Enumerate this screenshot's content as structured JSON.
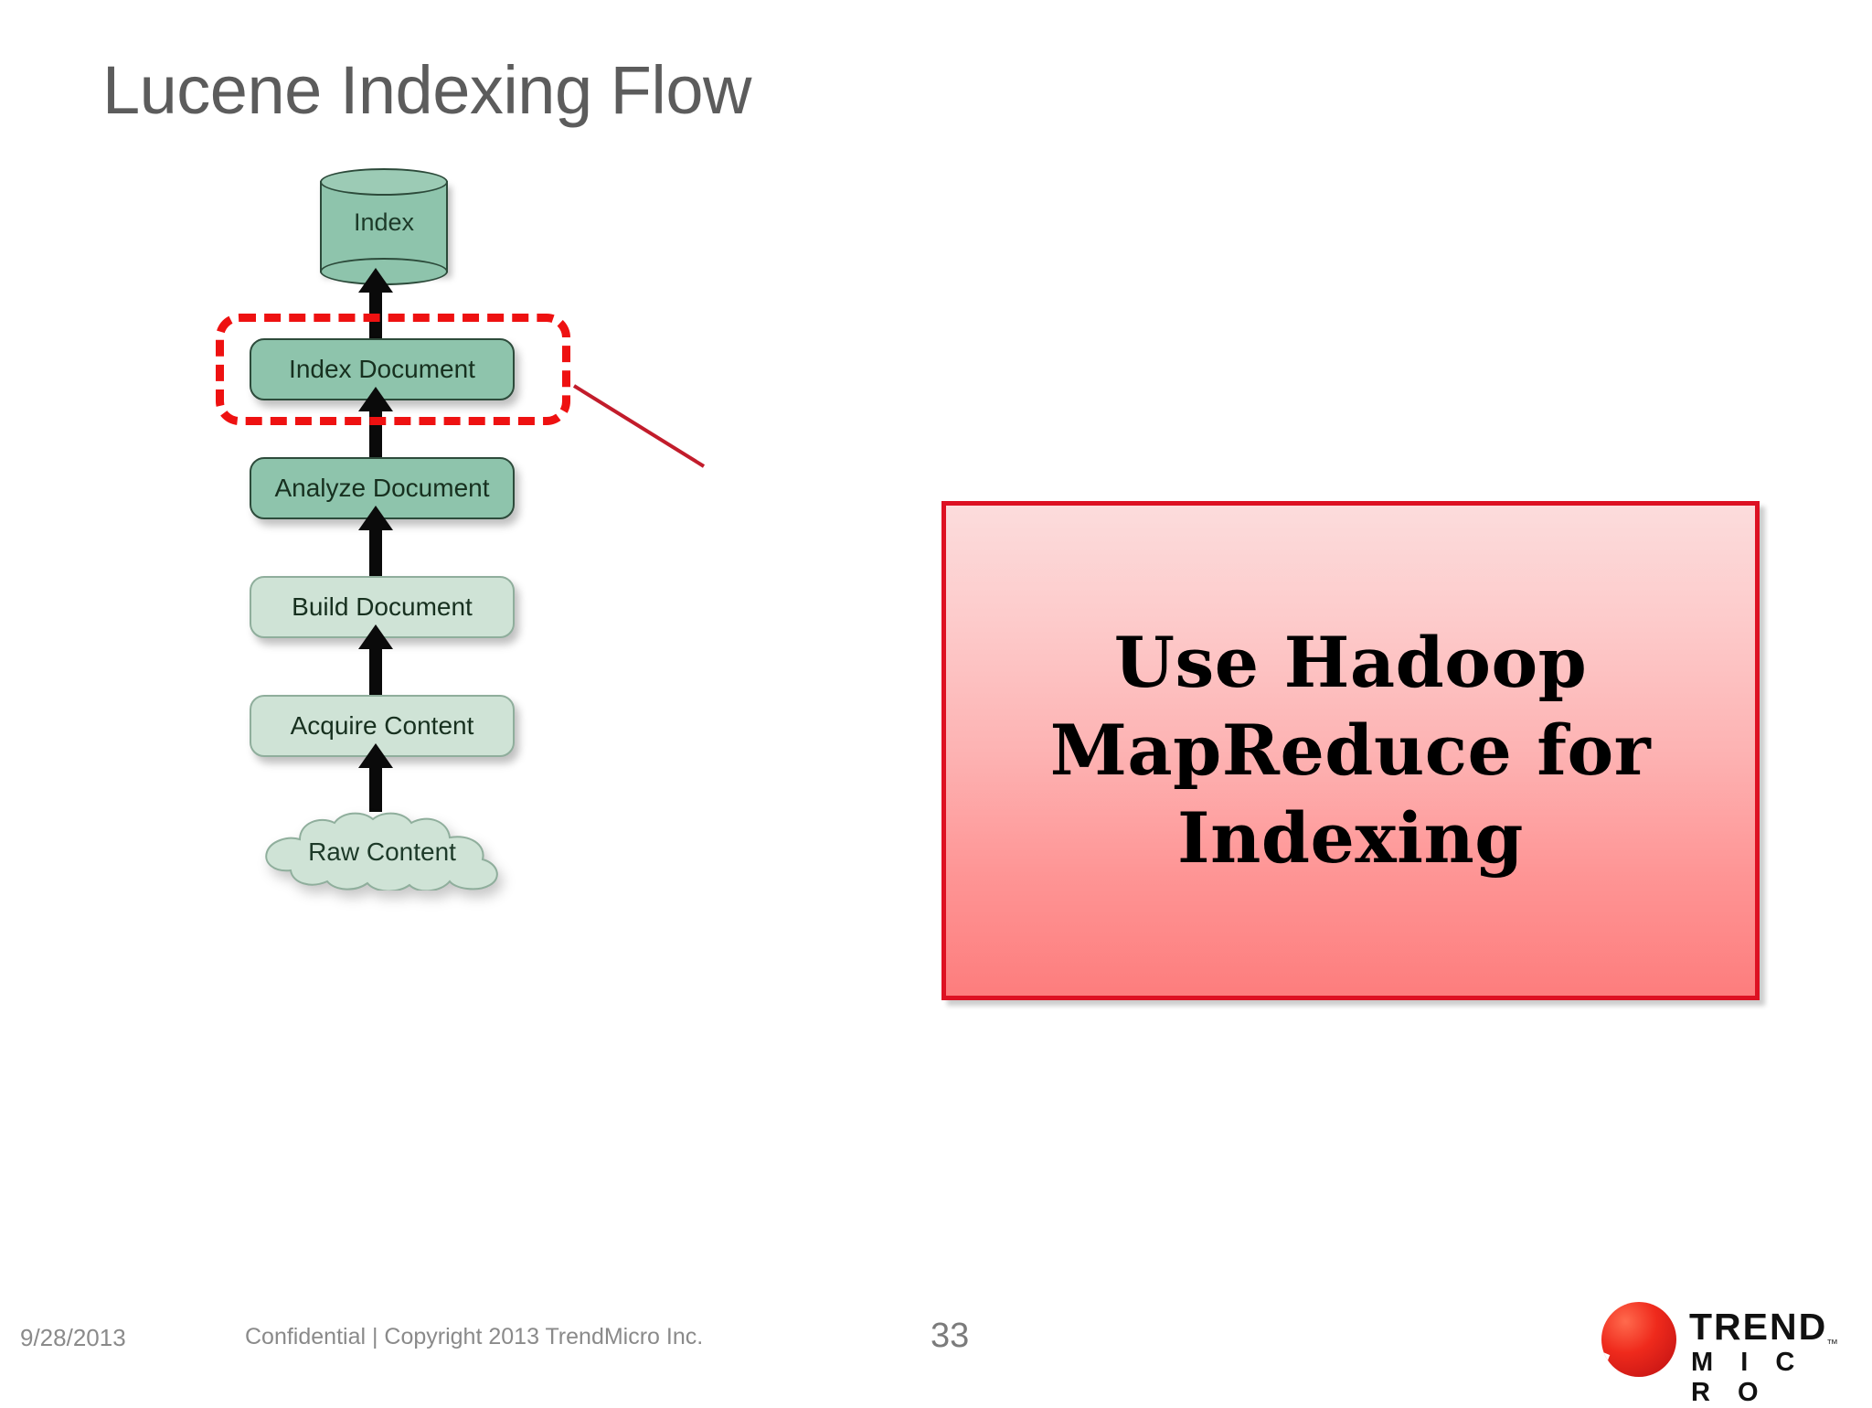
{
  "slide": {
    "title": "Lucene Indexing Flow",
    "page_number": "33"
  },
  "flow": {
    "nodes": [
      {
        "id": "index",
        "label": "Index",
        "shape": "cylinder",
        "fill": "#8ec4ac"
      },
      {
        "id": "index-doc",
        "label": "Index Document",
        "shape": "rounded-rect",
        "fill": "#8ec4ac"
      },
      {
        "id": "analyze-doc",
        "label": "Analyze Document",
        "shape": "rounded-rect",
        "fill": "#8ec4ac"
      },
      {
        "id": "build-doc",
        "label": "Build Document",
        "shape": "rounded-rect",
        "fill": "#cfe3d6"
      },
      {
        "id": "acquire",
        "label": "Acquire Content",
        "shape": "rounded-rect",
        "fill": "#cfe3d6"
      },
      {
        "id": "raw",
        "label": "Raw Content",
        "shape": "cloud",
        "fill": "#cfe3d6"
      }
    ],
    "highlight": {
      "target": "index-doc",
      "style": "dashed",
      "color": "#ee1111"
    },
    "connector_color": "#c21c2b"
  },
  "callout": {
    "text": "Use Hadoop MapReduce for Indexing",
    "border_color": "#dd1122",
    "fill_top": "#fcdcdc",
    "fill_bottom": "#fd7d7d"
  },
  "footer": {
    "date": "9/28/2013",
    "confidential": "Confidential | Copyright 2013 TrendMicro Inc."
  },
  "logo": {
    "line1": "TREND",
    "line2": "M I C R O",
    "trademark": "™"
  }
}
